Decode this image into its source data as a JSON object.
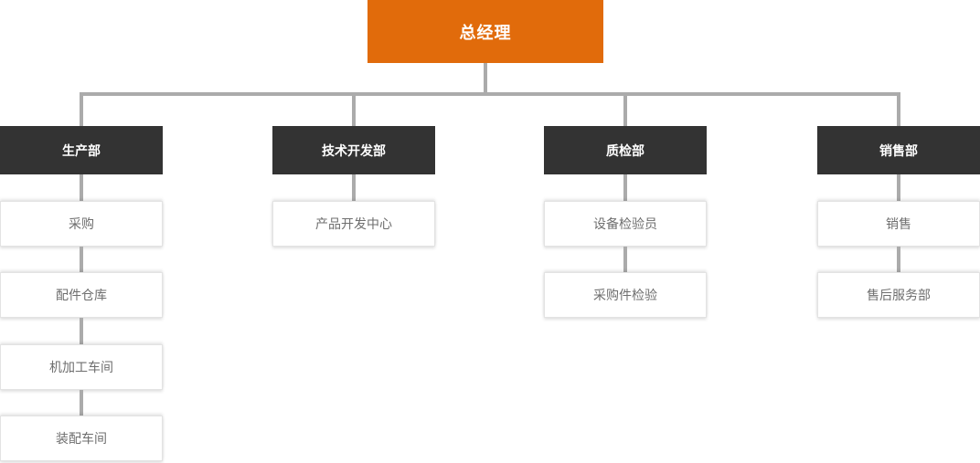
{
  "org_chart": {
    "type": "organization-chart",
    "root": {
      "label": "总经理"
    },
    "departments": [
      {
        "label": "生产部",
        "children": [
          "采购",
          "配件仓库",
          "机加工车间",
          "装配车间"
        ]
      },
      {
        "label": "技术开发部",
        "children": [
          "产品开发中心"
        ]
      },
      {
        "label": "质检部",
        "children": [
          "设备检验员",
          "采购件检验"
        ]
      },
      {
        "label": "销售部",
        "children": [
          "销售",
          "售后服务部"
        ]
      }
    ]
  },
  "colors": {
    "root_background": "#e16b0b",
    "root_text": "#ffffff",
    "department_background": "#333333",
    "department_text": "#ffffff",
    "child_background": "#ffffff",
    "child_border": "#e3e3e3",
    "child_text": "#6e6e6e",
    "connector": "#ababab",
    "page_background": "#ffffff"
  }
}
